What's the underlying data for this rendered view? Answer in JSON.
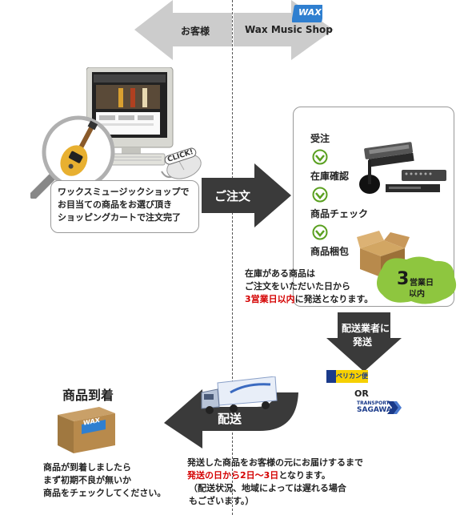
{
  "header": {
    "customer_label": "お客様",
    "shop_label": "Wax Music Shop",
    "shop_logo_text": "WAX"
  },
  "monitor": {
    "click_label": "CLICK!"
  },
  "customer_box": {
    "lines": [
      "ワックスミュージックショップで",
      "お目当ての商品をお選び頂き",
      "ショッピングカートで注文完了"
    ]
  },
  "order_arrow": {
    "label": "ご注文"
  },
  "process": {
    "steps": [
      "受注",
      "在庫確認",
      "商品チェック",
      "商品梱包"
    ]
  },
  "badge": {
    "number": "3",
    "unit": "営業日",
    "suffix": "以内"
  },
  "stock_note": {
    "line1": "在庫がある商品は",
    "line2": "ご注文をいただいた日から",
    "line3_red": "3営業日以内",
    "line3_rest": "に発送となります。"
  },
  "carrier_arrow": {
    "line1": "配送業者に",
    "line2": "発送"
  },
  "carriers": {
    "pelican": "ペリカン便",
    "or": "OR",
    "sagawa_small": "TRANSPORT",
    "sagawa": "SAGAWA"
  },
  "delivery_arrow": {
    "label": "配送"
  },
  "delivery_note": {
    "line1": "発送した商品をお客様の元にお届けするまで",
    "line2_red": "発送の日から2日～3日",
    "line2_rest": "となります。",
    "line3": "（配送状況、地域によっては遅れる場合",
    "line4": "もございます。）"
  },
  "arrival": {
    "title": "商品到着",
    "box_logo": "WAX",
    "lines": [
      "商品が到着しましたら",
      "まず初期不良が無いか",
      "商品をチェックしてください。"
    ]
  },
  "colors": {
    "arrow_gray": "#c8c8c8",
    "arrow_dark": "#3a3a3a",
    "check_green": "#5aa020",
    "badge_green": "#8ec63f",
    "box_brown": "#b88a4c",
    "red": "#d40000"
  }
}
